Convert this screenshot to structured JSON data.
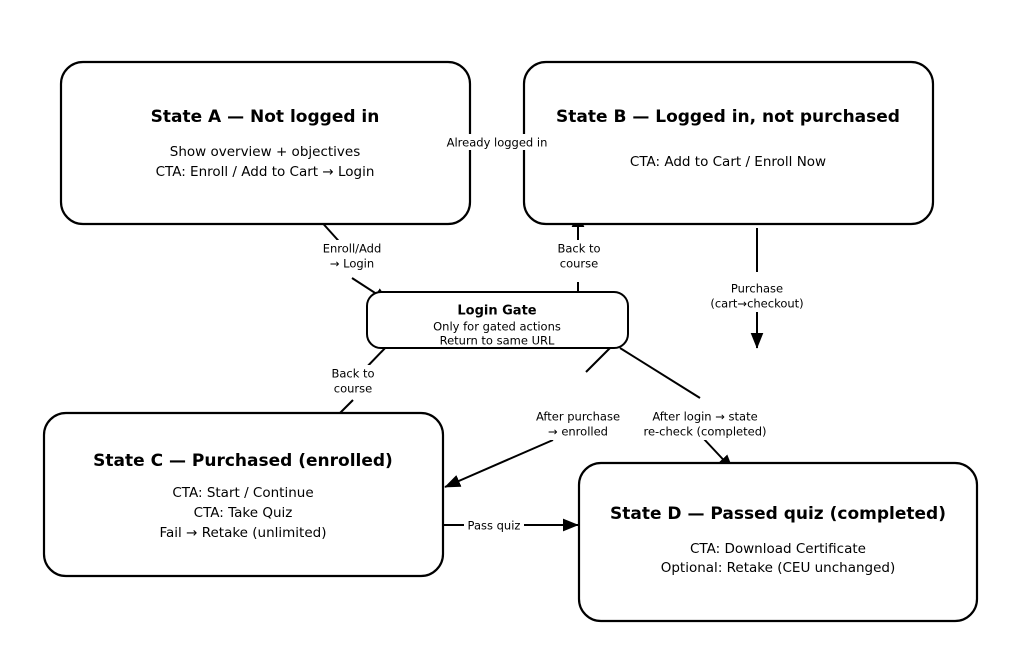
{
  "diagram": {
    "type": "state-flow-diagram",
    "background_color": "#ffffff",
    "stroke_color": "#000000",
    "nodes": [
      {
        "id": "state-a",
        "title": "State A — Not logged in",
        "lines": [
          "Show overview + objectives",
          "CTA: Enroll / Add to Cart → Login"
        ]
      },
      {
        "id": "state-b",
        "title": "State B — Logged in, not purchased",
        "lines": [
          "CTA: Add to Cart / Enroll Now"
        ]
      },
      {
        "id": "login-gate",
        "title": "Login Gate",
        "lines": [
          "Only for gated actions",
          "Return to same URL"
        ]
      },
      {
        "id": "state-c",
        "title": "State C — Purchased (enrolled)",
        "lines": [
          "CTA: Start / Continue",
          "CTA: Take Quiz",
          "Fail → Retake (unlimited)"
        ]
      },
      {
        "id": "state-d",
        "title": "State D — Passed quiz (completed)",
        "lines": [
          "CTA: Download Certificate",
          "Optional: Retake (CEU unchanged)"
        ]
      }
    ],
    "edges": [
      {
        "id": "edge-already-logged-in",
        "from": "state-a",
        "to": "state-b",
        "label_lines": [
          "Already logged in"
        ]
      },
      {
        "id": "edge-enroll-add-login",
        "from": "state-a",
        "to": "login-gate",
        "label_lines": [
          "Enroll/Add",
          "→ Login"
        ]
      },
      {
        "id": "edge-back-to-course-b",
        "from": "login-gate",
        "to": "state-b",
        "label_lines": [
          "Back to",
          "course"
        ]
      },
      {
        "id": "edge-purchase",
        "from": "state-b",
        "to": "state-d",
        "label_lines": [
          "Purchase",
          "(cart→checkout)"
        ]
      },
      {
        "id": "edge-back-to-course-c",
        "from": "login-gate",
        "to": "state-c",
        "label_lines": [
          "Back to",
          "course"
        ]
      },
      {
        "id": "edge-after-purchase",
        "from": "login-gate",
        "to": "state-c",
        "label_lines": [
          "After purchase",
          "→ enrolled"
        ]
      },
      {
        "id": "edge-after-login",
        "from": "login-gate",
        "to": "state-d",
        "label_lines": [
          "After login → state",
          "re-check (completed)"
        ]
      },
      {
        "id": "edge-pass-quiz",
        "from": "state-c",
        "to": "state-d",
        "label_lines": [
          "Pass quiz"
        ]
      }
    ]
  }
}
